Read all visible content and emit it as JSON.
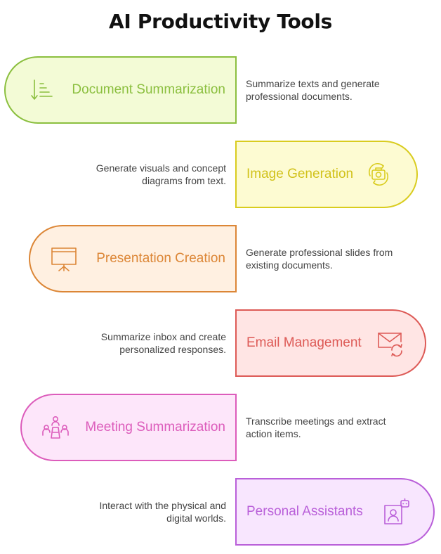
{
  "title": "AI Productivity Tools",
  "items": [
    {
      "label": "Document Summarization",
      "description": "Summarize texts and generate professional documents.",
      "icon": "sort-down-icon",
      "fill": "#f3fbd6",
      "stroke": "#8bbf3f",
      "text_color": "#8bbf3f"
    },
    {
      "label": "Image Generation",
      "description": "Generate visuals and concept diagrams from text.",
      "icon": "camera-rotate-icon",
      "fill": "#fdfbd2",
      "stroke": "#d9cc1f",
      "text_color": "#d1c21b"
    },
    {
      "label": "Presentation Creation",
      "description": "Generate professional slides from existing documents.",
      "icon": "presentation-board-icon",
      "fill": "#fff0e1",
      "stroke": "#dc8636",
      "text_color": "#dc8636"
    },
    {
      "label": "Email Management",
      "description": "Summarize inbox and create personalized responses.",
      "icon": "mail-sync-icon",
      "fill": "#ffe5e4",
      "stroke": "#dd5a56",
      "text_color": "#dd5a56"
    },
    {
      "label": "Meeting Summarization",
      "description": "Transcribe meetings and extract action items.",
      "icon": "meeting-people-icon",
      "fill": "#fde6fa",
      "stroke": "#dc5cbb",
      "text_color": "#dc5cbb"
    },
    {
      "label": "Personal Assistants",
      "description": "Interact with the physical and digital worlds.",
      "icon": "robot-assistant-icon",
      "fill": "#f8e6fe",
      "stroke": "#b95fd9",
      "text_color": "#b95fd9"
    }
  ]
}
